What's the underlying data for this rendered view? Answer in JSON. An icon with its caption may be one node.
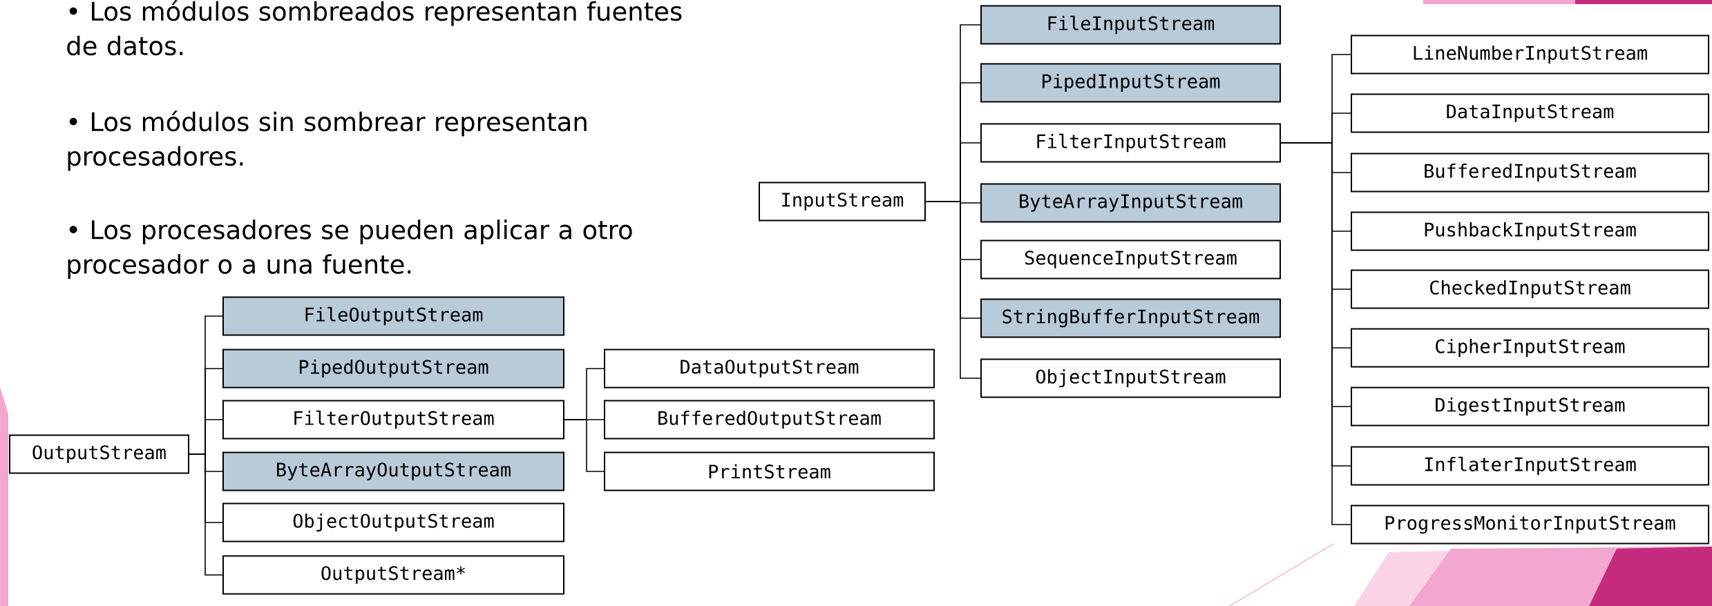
{
  "diagram": {
    "nodes": [
      {
        "text": [
          "InputStream"
        ]
      },
      {
        "text": [
          "FileInputStream"
        ]
      },
      {
        "text": [
          "PipedInputStream"
        ]
      },
      {
        "text": [
          "FilterInputStream"
        ]
      },
      {
        "text": [
          "ByteArrayInputStream"
        ]
      },
      {
        "text": [
          "SequenceInputStream"
        ]
      },
      {
        "text": [
          "StringBufferInputStream"
        ]
      },
      {
        "text": [
          "ObjectInputStream"
        ]
      },
      {
        "text": [
          "LineNumberInputStream"
        ]
      },
      {
        "text": [
          "DataInputStream"
        ]
      },
      {
        "text": [
          "BufferedInputStream"
        ]
      },
      {
        "text": [
          "PushbackInputStream"
        ]
      },
      {
        "text": [
          "CheckedInputStream"
        ]
      },
      {
        "text": [
          "CipherInputStream"
        ]
      },
      {
        "text": [
          "DigestInputStream"
        ]
      },
      {
        "text": [
          "InflaterInputStream"
        ]
      },
      {
        "text": [
          "ProgressMonitorInputStream"
        ]
      },
      {
        "text": [
          "OutputStream"
        ]
      },
      {
        "text": [
          "FileOutputStream"
        ]
      },
      {
        "text": [
          "PipedOutputStream"
        ]
      },
      {
        "text": [
          "FilterOutputStream"
        ]
      },
      {
        "text": [
          "ByteArrayOutputStream"
        ]
      },
      {
        "text": [
          "ObjectOutputStream"
        ]
      },
      {
        "text": [
          "OutputStream*"
        ]
      },
      {
        "text": [
          "DataOutputStream"
        ]
      },
      {
        "text": [
          "BufferedOutputStream"
        ]
      },
      {
        "text": [
          "PrintStream"
        ]
      }
    ],
    "edges": [
      {
        "from": 0,
        "to": 1,
        "arrow": "none"
      },
      {
        "from": 0,
        "to": 2,
        "arrow": "none"
      },
      {
        "from": 0,
        "to": 3,
        "arrow": "none"
      },
      {
        "from": 0,
        "to": 4,
        "arrow": "none"
      },
      {
        "from": 0,
        "to": 5,
        "arrow": "none"
      },
      {
        "from": 0,
        "to": 6,
        "arrow": "none"
      },
      {
        "from": 0,
        "to": 7,
        "arrow": "none"
      },
      {
        "from": 3,
        "to": 8,
        "arrow": "none"
      },
      {
        "from": 3,
        "to": 9,
        "arrow": "none"
      },
      {
        "from": 3,
        "to": 10,
        "arrow": "none"
      },
      {
        "from": 3,
        "to": 11,
        "arrow": "none"
      },
      {
        "from": 3,
        "to": 12,
        "arrow": "none"
      },
      {
        "from": 3,
        "to": 13,
        "arrow": "none"
      },
      {
        "from": 3,
        "to": 14,
        "arrow": "none"
      },
      {
        "from": 3,
        "to": 15,
        "arrow": "none"
      },
      {
        "from": 3,
        "to": 16,
        "arrow": "none"
      },
      {
        "from": 17,
        "to": 18,
        "arrow": "none"
      },
      {
        "from": 17,
        "to": 19,
        "arrow": "none"
      },
      {
        "from": 17,
        "to": 20,
        "arrow": "none"
      },
      {
        "from": 17,
        "to": 21,
        "arrow": "none"
      },
      {
        "from": 17,
        "to": 22,
        "arrow": "none"
      },
      {
        "from": 17,
        "to": 23,
        "arrow": "none"
      },
      {
        "from": 20,
        "to": 24,
        "arrow": "none"
      },
      {
        "from": 20,
        "to": 25,
        "arrow": "none"
      },
      {
        "from": 20,
        "to": 26,
        "arrow": "none"
      }
    ],
    "labels": [
      "• Los módulos sombreados representan fuentes de datos.",
      "• Los módulos sin sombrear representan procesadores.",
      "• Los procesadores se pueden aplicar a otro procesador o a una fuente."
    ]
  }
}
